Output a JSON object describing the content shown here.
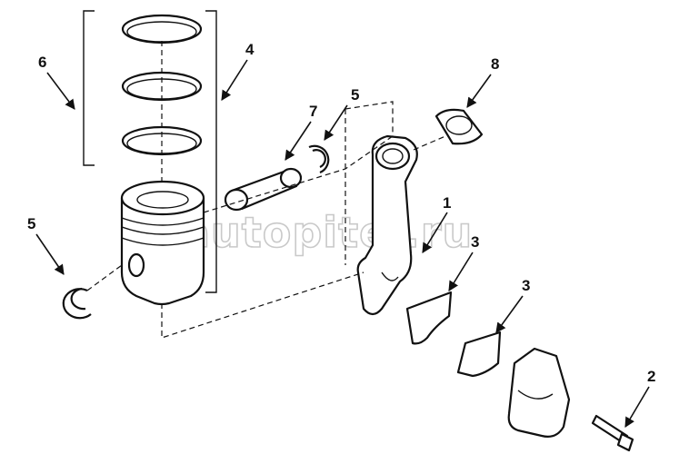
{
  "watermark": "autopiter.ru",
  "callouts": {
    "c1": "1",
    "c2": "2",
    "c3a": "3",
    "c3b": "3",
    "c4": "4",
    "c5a": "5",
    "c5b": "5",
    "c6": "6",
    "c7": "7",
    "c8": "8"
  },
  "colors": {
    "line": "#111111",
    "watermark": "#c9c9c9"
  }
}
